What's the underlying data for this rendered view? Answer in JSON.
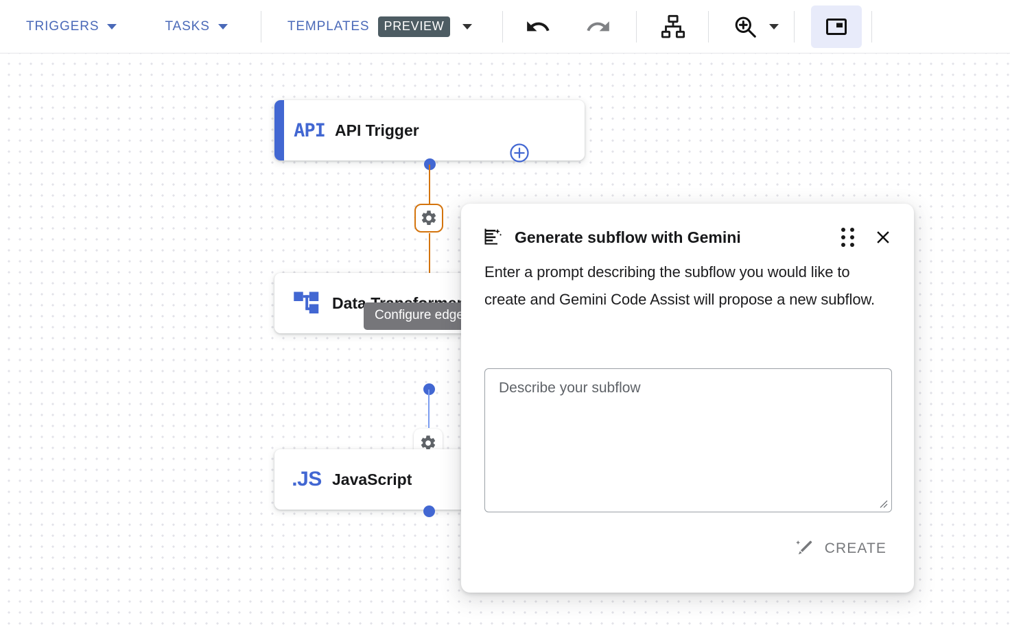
{
  "toolbar": {
    "menus": [
      {
        "label": "TRIGGERS",
        "icon": "chevron-down-icon"
      },
      {
        "label": "TASKS",
        "icon": "chevron-down-icon"
      }
    ],
    "templates": {
      "label": "TEMPLATES",
      "badge": "PREVIEW",
      "icon": "chevron-down-icon"
    },
    "actions": [
      {
        "name": "undo-button",
        "icon": "undo-icon",
        "enabled": true
      },
      {
        "name": "redo-button",
        "icon": "redo-icon",
        "enabled": false
      },
      {
        "name": "auto-layout-button",
        "icon": "sitemap-icon",
        "enabled": true
      },
      {
        "name": "zoom-button",
        "icon": "zoom-in-icon",
        "enabled": true
      },
      {
        "name": "minimap-toggle",
        "icon": "picture-in-picture-icon",
        "enabled": true,
        "active": true
      }
    ],
    "colors": {
      "menu_text": "#4a69b8",
      "badge_bg": "#4d5c63",
      "active_bg": "#e8ebfa"
    }
  },
  "canvas": {
    "add_node_icon": "plus-circle-icon",
    "tooltip": "Configure edge",
    "nodes": [
      {
        "id": "api-trigger",
        "badge": "API",
        "label": "API Trigger",
        "accent": "#4267d2",
        "has_accent_bar": true
      },
      {
        "id": "data-transformer",
        "badge": "",
        "label": "Data Transformer",
        "icon": "schema-icon",
        "accent": "#4267d2",
        "has_accent_bar": false
      },
      {
        "id": "javascript",
        "badge": ".JS",
        "label": "JavaScript",
        "accent": "#4267d2",
        "has_accent_bar": false
      }
    ],
    "edges": [
      {
        "from": "api-trigger",
        "to": "data-transformer",
        "color": "#d4740d",
        "button_icon": "gear-icon",
        "selected": true
      },
      {
        "from": "data-transformer",
        "to": "javascript",
        "color": "#7a9cf0",
        "button_icon": "gear-icon",
        "selected": false
      }
    ]
  },
  "gemini_panel": {
    "icon": "article-sparkle-icon",
    "title": "Generate subflow with Gemini",
    "drag_handle_icon": "drag-handle-icon",
    "close_icon": "close-icon",
    "description": "Enter a prompt describing the subflow you would like to create and Gemini Code Assist will propose a new subflow.",
    "textarea": {
      "value": "",
      "placeholder": "Describe your subflow"
    },
    "create_button": {
      "label": "CREATE",
      "icon": "magic-wand-icon",
      "enabled": false,
      "color": "#77797c"
    }
  }
}
